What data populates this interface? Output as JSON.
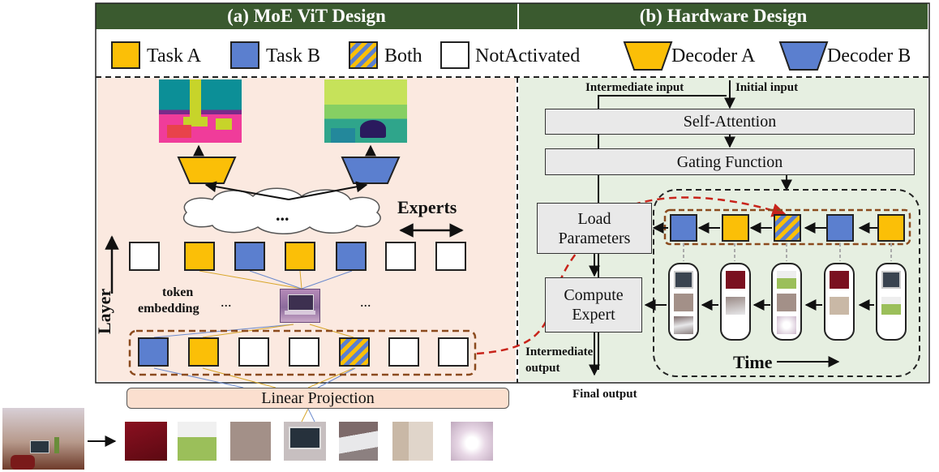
{
  "headers": {
    "left": "(a) MoE ViT Design",
    "right": "(b) Hardware Design"
  },
  "legend": {
    "task_a": "Task A",
    "task_b": "Task B",
    "both": "Both",
    "not_activated": "NotActivated",
    "decoder_a": "Decoder A",
    "decoder_b": "Decoder B"
  },
  "left_panel": {
    "cloud_ellipsis": "...",
    "experts_label": "Experts",
    "layer_label": "Layer",
    "token_embedding_line1": "token",
    "token_embedding_line2": "embedding",
    "dots_left": "...",
    "dots_right": "...",
    "linear_projection": "Linear Projection"
  },
  "right_panel": {
    "intermediate_input": "Intermediate input",
    "initial_input": "Initial input",
    "self_attention": "Self-Attention",
    "gating_function": "Gating Function",
    "load_parameters_line1": "Load",
    "load_parameters_line2": "Parameters",
    "compute_expert_line1": "Compute",
    "compute_expert_line2": "Expert",
    "time_label": "Time",
    "intermediate_output_line1": "Intermediate",
    "intermediate_output_line2": "output",
    "final_output": "Final output"
  },
  "colors": {
    "header_bg": "#3a5a2f",
    "task_a": "#fbbf07",
    "task_b": "#5b7fcf",
    "left_panel_bg": "#fbe9e0",
    "right_panel_bg": "#e6efe1",
    "gray_box": "#e9e9e9",
    "red_dashed": "#c8241b",
    "brown_dashed": "#8b4a1d"
  }
}
